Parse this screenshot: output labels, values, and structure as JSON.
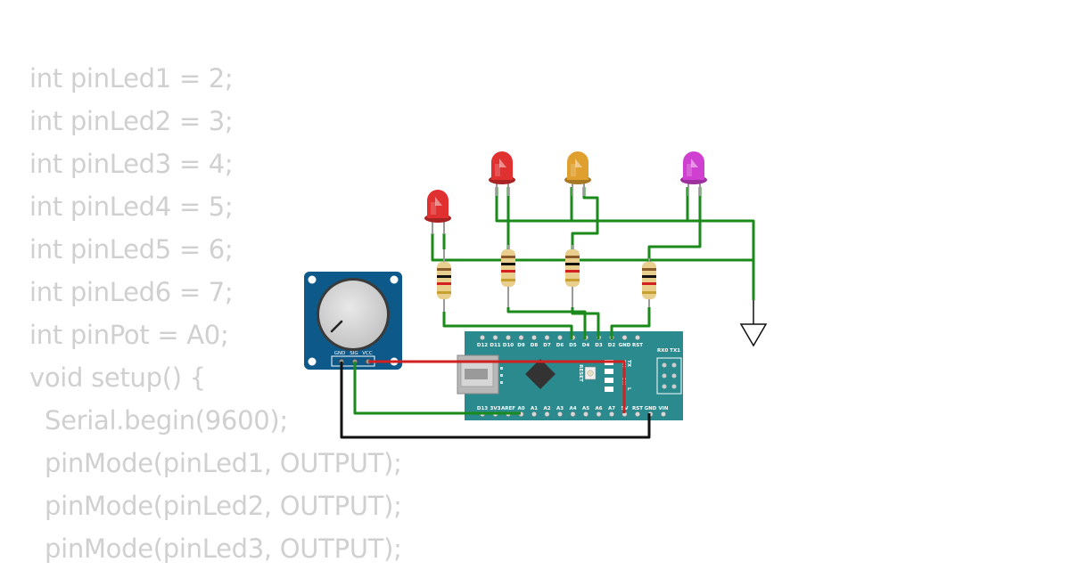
{
  "code_lines": [
    {
      "text": "int pinLed1 = 2;",
      "indent": false
    },
    {
      "text": "int pinLed2 = 3;",
      "indent": false
    },
    {
      "text": "int pinLed3 = 4;",
      "indent": false
    },
    {
      "text": "int pinLed4 = 5;",
      "indent": false
    },
    {
      "text": "int pinLed5 = 6;",
      "indent": false
    },
    {
      "text": "int pinLed6 = 7;",
      "indent": false
    },
    {
      "text": "int pinPot = A0;",
      "indent": false
    },
    {
      "text": "void setup() {",
      "indent": false
    },
    {
      "text": "Serial.begin(9600);",
      "indent": true
    },
    {
      "text": "pinMode(pinLed1, OUTPUT);",
      "indent": true
    },
    {
      "text": "pinMode(pinLed2, OUTPUT);",
      "indent": true
    },
    {
      "text": "pinMode(pinLed3, OUTPUT);",
      "indent": true
    }
  ],
  "potentiometer": {
    "pin_gnd": "GND",
    "pin_sig": "SIG",
    "pin_vcc": "VCC",
    "color": "#0d5a8a"
  },
  "arduino": {
    "top_pins": [
      "D12",
      "D11",
      "D10",
      "D9",
      "D8",
      "D7",
      "D6",
      "D5",
      "D4",
      "D3",
      "D2",
      "GND",
      "RST"
    ],
    "rx_tx": "RX0 TX1",
    "bottom_pins": [
      "D13",
      "3V3",
      "AREF",
      "A0",
      "A1",
      "A2",
      "A3",
      "A4",
      "A5",
      "A6",
      "A7",
      "5V",
      "RST",
      "GND",
      "VIN"
    ],
    "reset_label": "RESET",
    "tx_label": "TX",
    "rx_label": "RX",
    "on_label": "ON",
    "l_label": "L",
    "color": "#2a8a8e"
  },
  "leds": [
    {
      "id": "led-1",
      "color": "#e03030"
    },
    {
      "id": "led-2",
      "color": "#e03030"
    },
    {
      "id": "led-3",
      "color": "#e0a030"
    },
    {
      "id": "led-4",
      "color": "#d040d0"
    }
  ],
  "wire_colors": {
    "green": "#1a8a1a",
    "red": "#d02020",
    "black": "#111111"
  },
  "ground_symbol": "ground-icon"
}
